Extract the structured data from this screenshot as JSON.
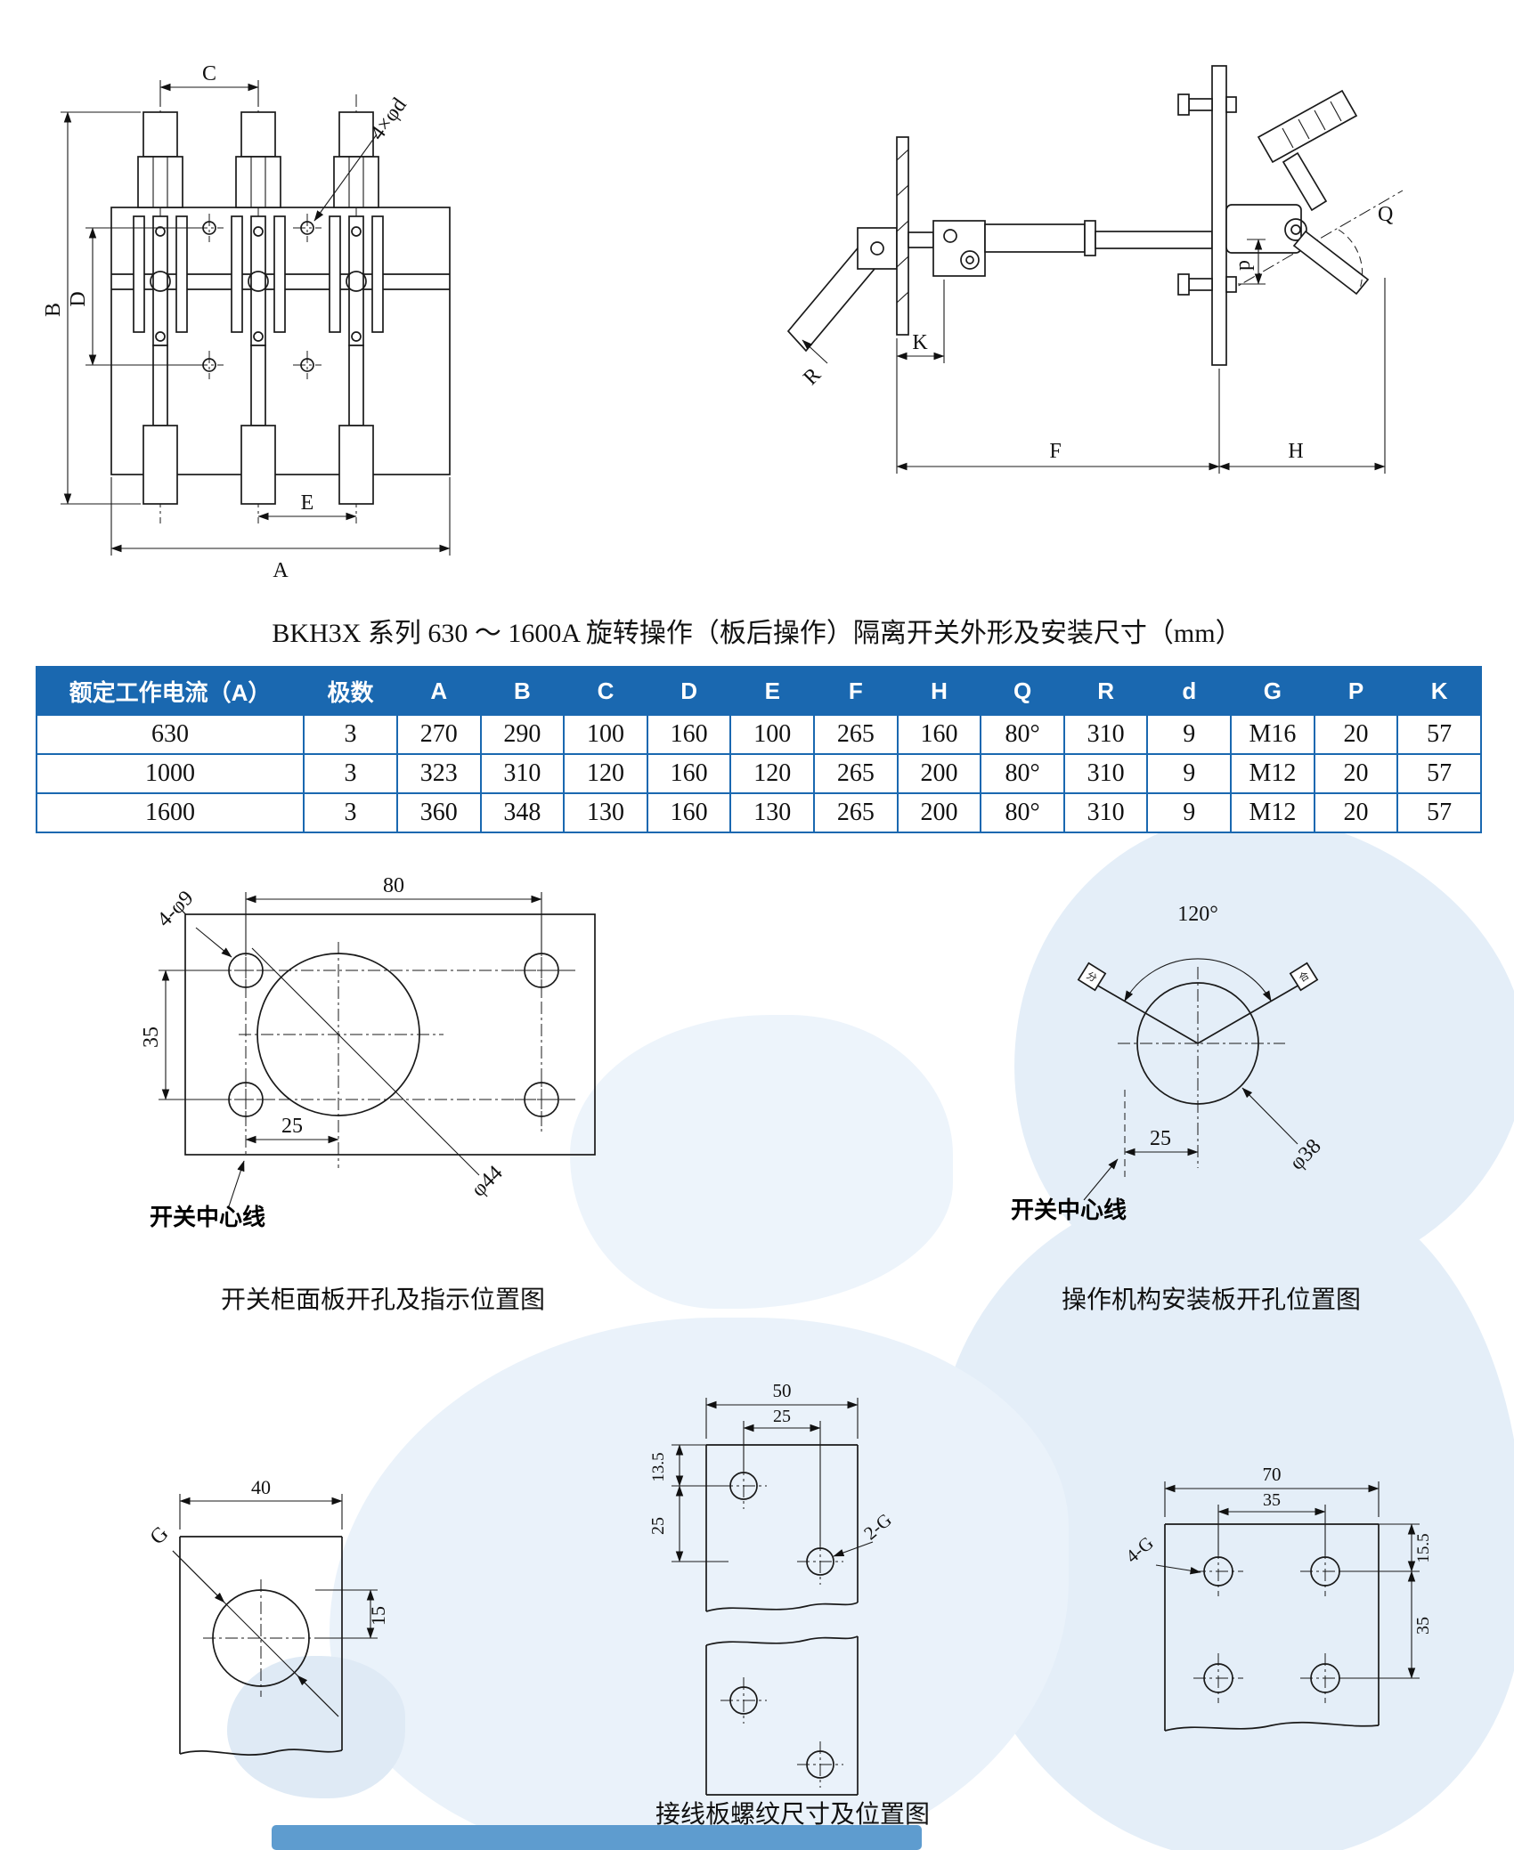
{
  "page": {
    "caption_main": "BKH3X 系列 630 ～ 1600A 旋转操作（板后操作）隔离开关外形及安装尺寸（mm）",
    "colors": {
      "accent_blue": "#1a68b0",
      "watermark_blue": "#e4eef8",
      "strip_blue": "#5e9ccf",
      "line": "#1a1a1a"
    }
  },
  "table": {
    "headers": [
      "额定工作电流（A）",
      "极数",
      "A",
      "B",
      "C",
      "D",
      "E",
      "F",
      "H",
      "Q",
      "R",
      "d",
      "G",
      "P",
      "K"
    ],
    "rows": [
      [
        "630",
        "3",
        "270",
        "290",
        "100",
        "160",
        "100",
        "265",
        "160",
        "80°",
        "310",
        "9",
        "M16",
        "20",
        "57"
      ],
      [
        "1000",
        "3",
        "323",
        "310",
        "120",
        "160",
        "120",
        "265",
        "200",
        "80°",
        "310",
        "9",
        "M12",
        "20",
        "57"
      ],
      [
        "1600",
        "3",
        "360",
        "348",
        "130",
        "160",
        "130",
        "265",
        "200",
        "80°",
        "310",
        "9",
        "M12",
        "20",
        "57"
      ]
    ]
  },
  "figures": {
    "front_view": {
      "labels": {
        "c": "C",
        "holes": "4×φd",
        "b": "B",
        "d": "D",
        "e": "E",
        "a": "A"
      }
    },
    "side_view": {
      "labels": {
        "q": "Q",
        "p": "p",
        "k": "K",
        "r": "R",
        "f": "F",
        "h": "H"
      }
    },
    "panel_cutout": {
      "labels": {
        "w80": "80",
        "holes": "4-φ9",
        "h35": "35",
        "w25": "25",
        "d44": "φ44",
        "centerline": "开关中心线"
      },
      "caption": "开关柜面板开孔及指示位置图"
    },
    "mechanism_plate": {
      "labels": {
        "angle": "120°",
        "w25": "25",
        "d38": "φ38",
        "centerline": "开关中心线",
        "mark_left": "分",
        "mark_right": "合"
      },
      "caption": "操作机构安装板开孔位置图"
    },
    "terminal_single": {
      "labels": {
        "g": "G",
        "w40": "40",
        "h15": "15"
      }
    },
    "terminal_double": {
      "labels": {
        "w50": "50",
        "w25": "25",
        "h13_5": "13.5",
        "h25": "25",
        "g": "2-G"
      }
    },
    "terminal_quad": {
      "labels": {
        "w70": "70",
        "w35": "35",
        "h15_5": "15.5",
        "h35": "35",
        "g": "4-G"
      }
    },
    "terminals_caption": "接线板螺纹尺寸及位置图"
  }
}
